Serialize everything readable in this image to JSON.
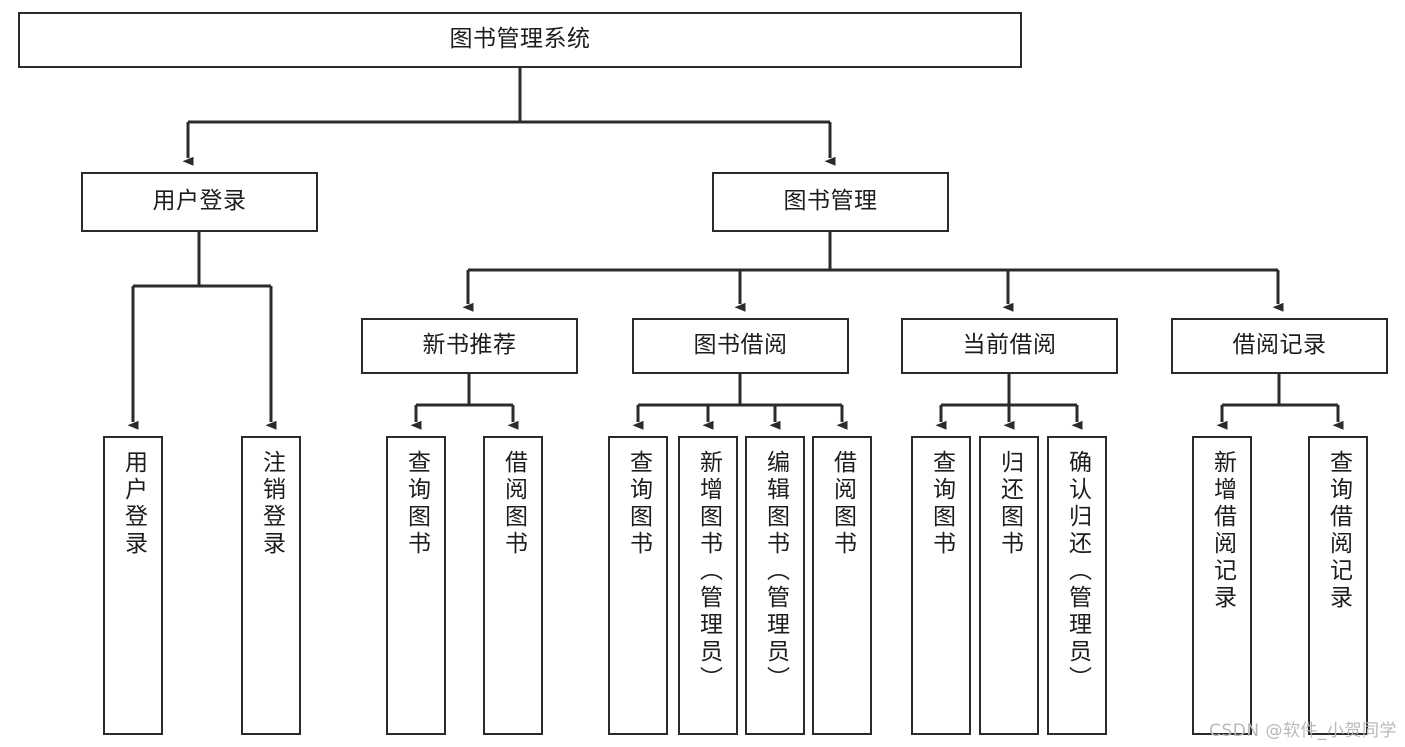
{
  "diagram": {
    "title": "图书管理系统",
    "type": "tree-hierarchy",
    "orientation": "top-down",
    "colors": {
      "box_border": "#2b2b2b",
      "box_fill": "#ffffff",
      "edge": "#2b2b2b",
      "text": "#1d1d1d",
      "background": "#ffffff",
      "watermark": "#b9b9b9"
    }
  },
  "nodes": {
    "root": {
      "label": "图书管理系统"
    },
    "level1": [
      {
        "label": "用户登录"
      },
      {
        "label": "图书管理"
      }
    ],
    "level2": [
      {
        "label": "新书推荐"
      },
      {
        "label": "图书借阅"
      },
      {
        "label": "当前借阅"
      },
      {
        "label": "借阅记录"
      }
    ],
    "leaves_user_login": [
      {
        "label": "用户登录"
      },
      {
        "label": "注销登录"
      }
    ],
    "leaves_new_book": [
      {
        "label": "查询图书"
      },
      {
        "label": "借阅图书"
      }
    ],
    "leaves_borrow": [
      {
        "label": "查询图书"
      },
      {
        "label": "新增图书（管理员）"
      },
      {
        "label": "编辑图书（管理员）"
      },
      {
        "label": "借阅图书"
      }
    ],
    "leaves_current": [
      {
        "label": "查询图书"
      },
      {
        "label": "归还图书"
      },
      {
        "label": "确认归还（管理员）"
      }
    ],
    "leaves_records": [
      {
        "label": "新增借阅记录"
      },
      {
        "label": "查询借阅记录"
      }
    ]
  },
  "watermark": {
    "text": "CSDN @软件_小贺同学"
  }
}
